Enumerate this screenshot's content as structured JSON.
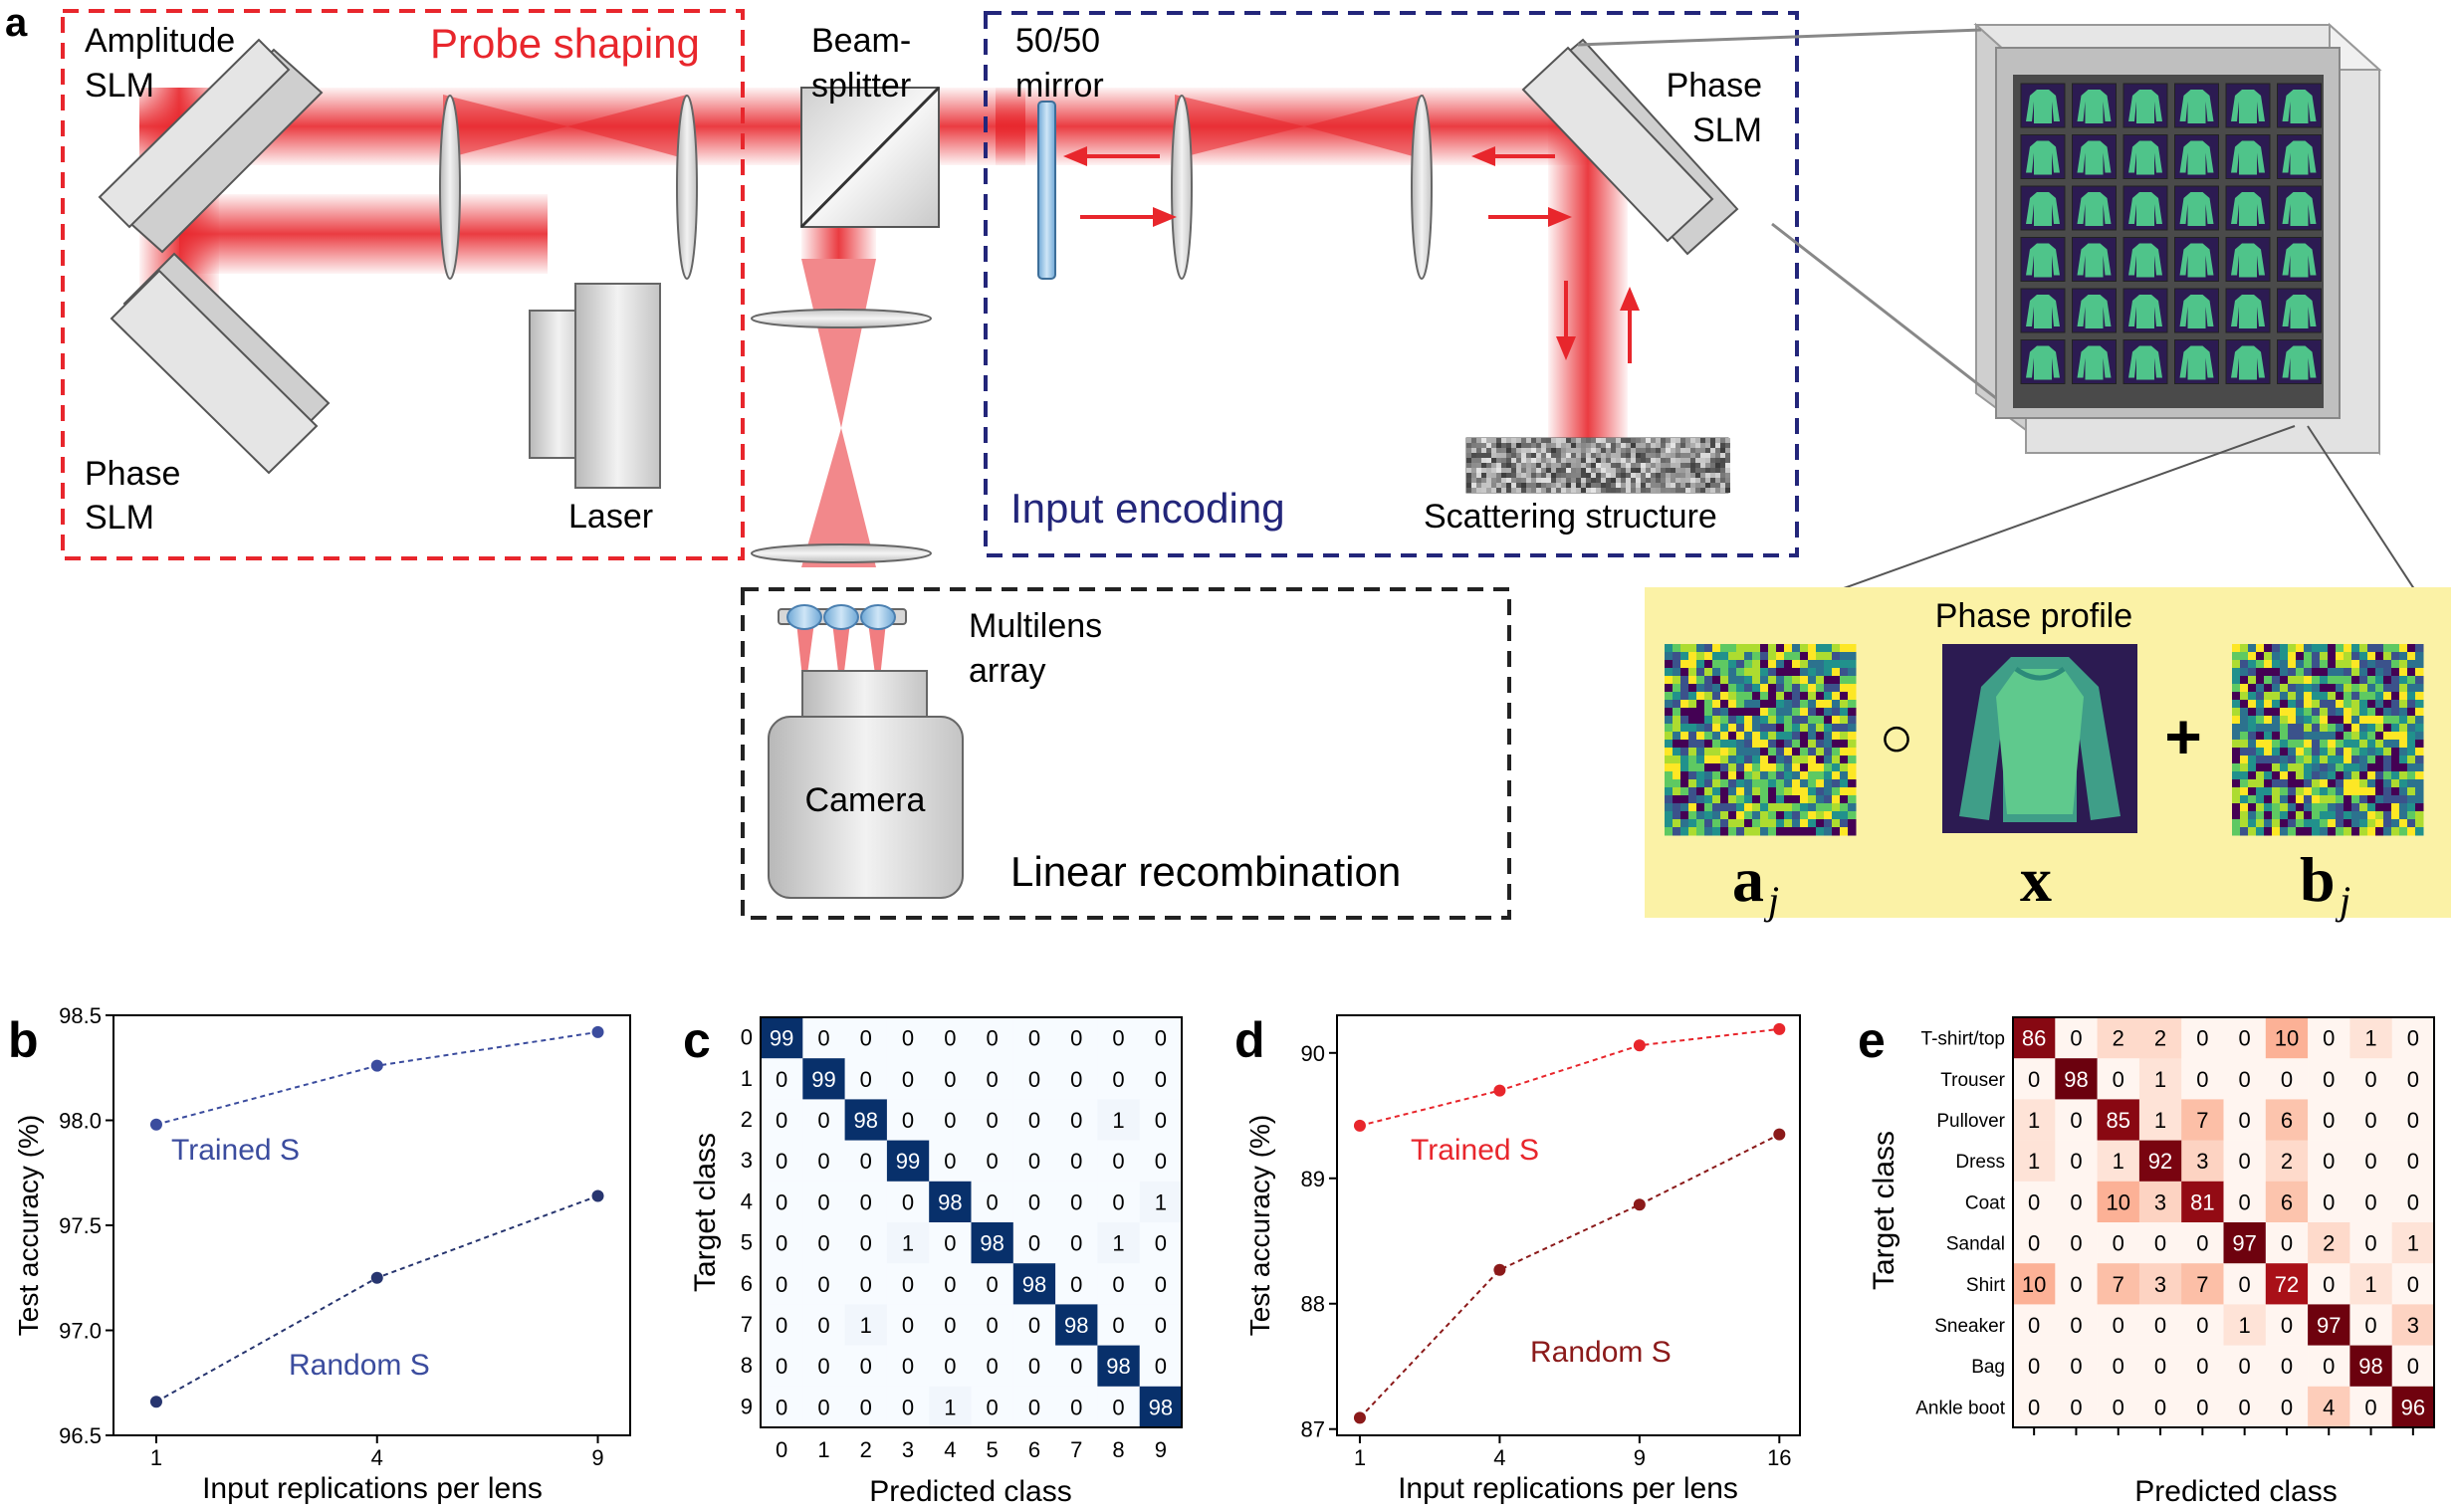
{
  "panel_a": {
    "panel_label": "a",
    "probe_shaping": "Probe shaping",
    "input_encoding": "Input encoding",
    "linear_recombination": "Linear recombination",
    "amplitude_slm": [
      "Amplitude",
      "SLM"
    ],
    "phase_slm_left": [
      "Phase",
      "SLM"
    ],
    "laser": "Laser",
    "beam_splitter": [
      "Beam-",
      "splitter"
    ],
    "mirror": [
      "50/50",
      "mirror"
    ],
    "phase_slm_right": [
      "Phase",
      "SLM"
    ],
    "scattering_structure": "Scattering structure",
    "multilens_array": [
      "Multilens",
      "array"
    ],
    "camera": "Camera",
    "phase_profile": "Phase profile",
    "sym_a": "a",
    "sym_a_sub": "j",
    "sym_circ": "○",
    "sym_x": "x",
    "sym_plus": "+",
    "sym_b": "b",
    "sym_b_sub": "j",
    "colors": {
      "red": "#e8262c",
      "navy": "#23267a",
      "highlight": "#fbf2a6",
      "beam": "#e8262c"
    }
  },
  "chart_data": [
    {
      "id": "b",
      "type": "scatter",
      "panel_label": "b",
      "xlabel": "Input replications per lens",
      "ylabel": "Test accuracy (%)",
      "x_scale": "sqrt",
      "xticks": [
        1,
        4,
        9
      ],
      "xlim": [
        0.65,
        9.9
      ],
      "yticks": [
        96.5,
        97.0,
        97.5,
        98.0,
        98.5
      ],
      "ytick_labels": [
        "96.5",
        "97.0",
        "97.5",
        "98.0",
        "98.5"
      ],
      "ylim": [
        96.5,
        98.5
      ],
      "series": [
        {
          "name": "Trained S",
          "color": "#3b4c9e",
          "x": [
            1,
            4,
            9
          ],
          "y": [
            97.98,
            98.26,
            98.42
          ]
        },
        {
          "name": "Random S",
          "color": "#27356f",
          "x": [
            1,
            4,
            9
          ],
          "y": [
            96.66,
            97.25,
            97.64
          ]
        }
      ]
    },
    {
      "id": "c",
      "type": "heatmap",
      "panel_label": "c",
      "xlabel": "Predicted class",
      "ylabel": "Target class",
      "categories": [
        "0",
        "1",
        "2",
        "3",
        "4",
        "5",
        "6",
        "7",
        "8",
        "9"
      ],
      "cmap": "blues",
      "values": [
        [
          99,
          0,
          0,
          0,
          0,
          0,
          0,
          0,
          0,
          0
        ],
        [
          0,
          99,
          0,
          0,
          0,
          0,
          0,
          0,
          0,
          0
        ],
        [
          0,
          0,
          98,
          0,
          0,
          0,
          0,
          0,
          1,
          0
        ],
        [
          0,
          0,
          0,
          99,
          0,
          0,
          0,
          0,
          0,
          0
        ],
        [
          0,
          0,
          0,
          0,
          98,
          0,
          0,
          0,
          0,
          1
        ],
        [
          0,
          0,
          0,
          1,
          0,
          98,
          0,
          0,
          1,
          0
        ],
        [
          0,
          0,
          0,
          0,
          0,
          0,
          98,
          0,
          0,
          0
        ],
        [
          0,
          0,
          1,
          0,
          0,
          0,
          0,
          98,
          0,
          0
        ],
        [
          0,
          0,
          0,
          0,
          0,
          0,
          0,
          0,
          98,
          0
        ],
        [
          0,
          0,
          0,
          0,
          1,
          0,
          0,
          0,
          0,
          98
        ]
      ]
    },
    {
      "id": "d",
      "type": "scatter",
      "panel_label": "d",
      "xlabel": "Input replications per lens",
      "ylabel": "Test accuracy (%)",
      "x_scale": "sqrt",
      "xticks": [
        1,
        4,
        9,
        16
      ],
      "xlim": [
        0.7,
        17.2
      ],
      "yticks": [
        87,
        88,
        89,
        90
      ],
      "ytick_labels": [
        "87",
        "88",
        "89",
        "90"
      ],
      "ylim": [
        86.95,
        90.3
      ],
      "series": [
        {
          "name": "Trained S",
          "color": "#e8262c",
          "x": [
            1,
            4,
            9,
            16
          ],
          "y": [
            89.42,
            89.7,
            90.06,
            90.19
          ]
        },
        {
          "name": "Random S",
          "color": "#8b1a1a",
          "x": [
            1,
            4,
            9,
            16
          ],
          "y": [
            87.09,
            88.27,
            88.79,
            89.35
          ]
        }
      ]
    },
    {
      "id": "e",
      "type": "heatmap",
      "panel_label": "e",
      "xlabel": "Predicted class",
      "ylabel": "Target class",
      "categories": [
        "T-shirt/top",
        "Trouser",
        "Pullover",
        "Dress",
        "Coat",
        "Sandal",
        "Shirt",
        "Sneaker",
        "Bag",
        "Ankle boot"
      ],
      "cmap": "reds",
      "values": [
        [
          86,
          0,
          2,
          2,
          0,
          0,
          10,
          0,
          1,
          0
        ],
        [
          0,
          98,
          0,
          1,
          0,
          0,
          0,
          0,
          0,
          0
        ],
        [
          1,
          0,
          85,
          1,
          7,
          0,
          6,
          0,
          0,
          0
        ],
        [
          1,
          0,
          1,
          92,
          3,
          0,
          2,
          0,
          0,
          0
        ],
        [
          0,
          0,
          10,
          3,
          81,
          0,
          6,
          0,
          0,
          0
        ],
        [
          0,
          0,
          0,
          0,
          0,
          97,
          0,
          2,
          0,
          1
        ],
        [
          10,
          0,
          7,
          3,
          7,
          0,
          72,
          0,
          1,
          0
        ],
        [
          0,
          0,
          0,
          0,
          0,
          1,
          0,
          97,
          0,
          3
        ],
        [
          0,
          0,
          0,
          0,
          0,
          0,
          0,
          0,
          98,
          0
        ],
        [
          0,
          0,
          0,
          0,
          0,
          0,
          0,
          4,
          0,
          96
        ]
      ]
    }
  ]
}
